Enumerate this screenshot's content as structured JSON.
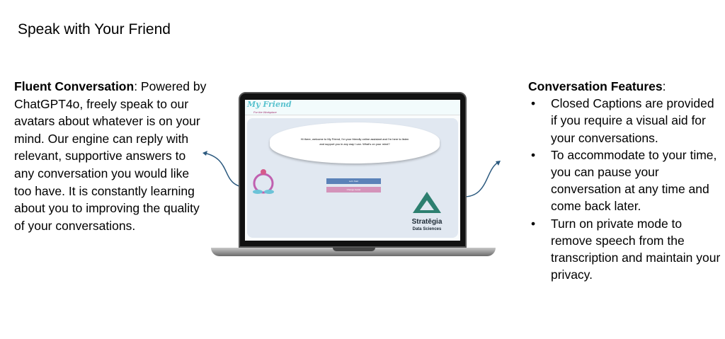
{
  "title": "Speak with Your Friend",
  "left": {
    "heading": "Fluent Conversation",
    "body": "Powered by ChatGPT4o, freely speak to our avatars about whatever is on your mind. Our engine can reply with relevant, supportive answers to any conversation you would like too have. It is constantly learning about you to improving the quality of your conversations."
  },
  "right": {
    "heading": "Conversation Features",
    "items": [
      "Closed Captions are provided if you require a visual aid for your conversations.",
      "To accommodate to your time, you can pause your conversation at any time and come back later.",
      "Turn on private mode to remove speech from the transcription and maintain your privacy."
    ]
  },
  "app": {
    "logo": "My Friend",
    "logo_sub": "For the Workplace",
    "message": "Hi there, welcome to My Friend, I'm your friendly online assistant and I'm here to listen and support you in any way I can. What's on your mind?",
    "start_label": "Let's Start",
    "change_label": "Change Avatar",
    "brand": "Stratēgia",
    "brand_sub": "Data Sciences"
  }
}
